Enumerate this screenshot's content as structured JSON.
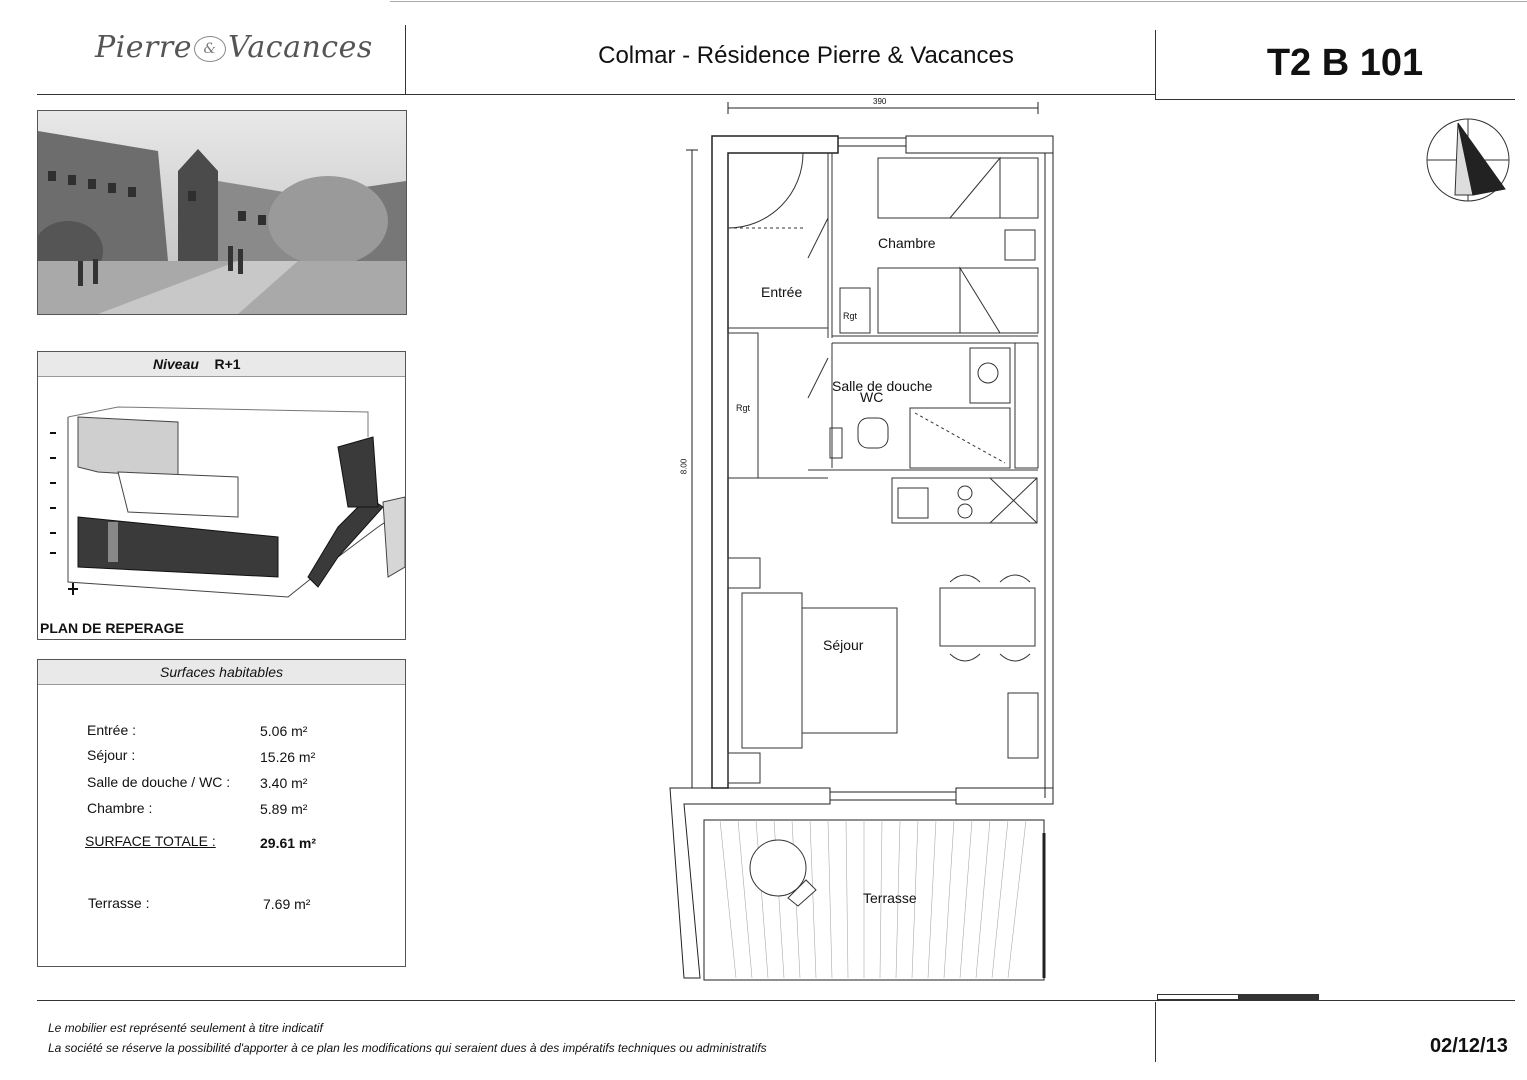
{
  "header": {
    "logo": {
      "left": "Pierre",
      "amp": "&",
      "right": "Vacances"
    },
    "title": "Colmar - Résidence Pierre & Vacances",
    "code": "T2 B 101"
  },
  "reperage": {
    "niveau_label": "Niveau",
    "niveau_value": "R+1",
    "caption": "PLAN DE REPERAGE"
  },
  "surfaces": {
    "heading": "Surfaces habitables",
    "rows": [
      {
        "label": "Entrée :",
        "value": "5.06 m²"
      },
      {
        "label": "Séjour :",
        "value": "15.26 m²"
      },
      {
        "label": "Salle de douche / WC :",
        "value": "3.40 m²"
      },
      {
        "label": "Chambre :",
        "value": "5.89 m²"
      }
    ],
    "total": {
      "label": "SURFACE TOTALE :",
      "value": "29.61 m²"
    },
    "terrasse": {
      "label": "Terrasse :",
      "value": "7.69 m²"
    }
  },
  "plan": {
    "rooms": {
      "chambre": "Chambre",
      "entree": "Entrée",
      "salle": "Salle de douche",
      "wc": "WC",
      "sejour": "Séjour",
      "terrasse": "Terrasse"
    },
    "rgt": "Rgt",
    "dim_width": "390",
    "dim_height": "8.00"
  },
  "footer": {
    "note1": "Le mobilier est représenté seulement à titre indicatif",
    "note2": "La société se réserve la possibilité d'apporter à ce plan les modifications qui seraient dues à des impératifs techniques ou administratifs",
    "date": "02/12/13"
  }
}
